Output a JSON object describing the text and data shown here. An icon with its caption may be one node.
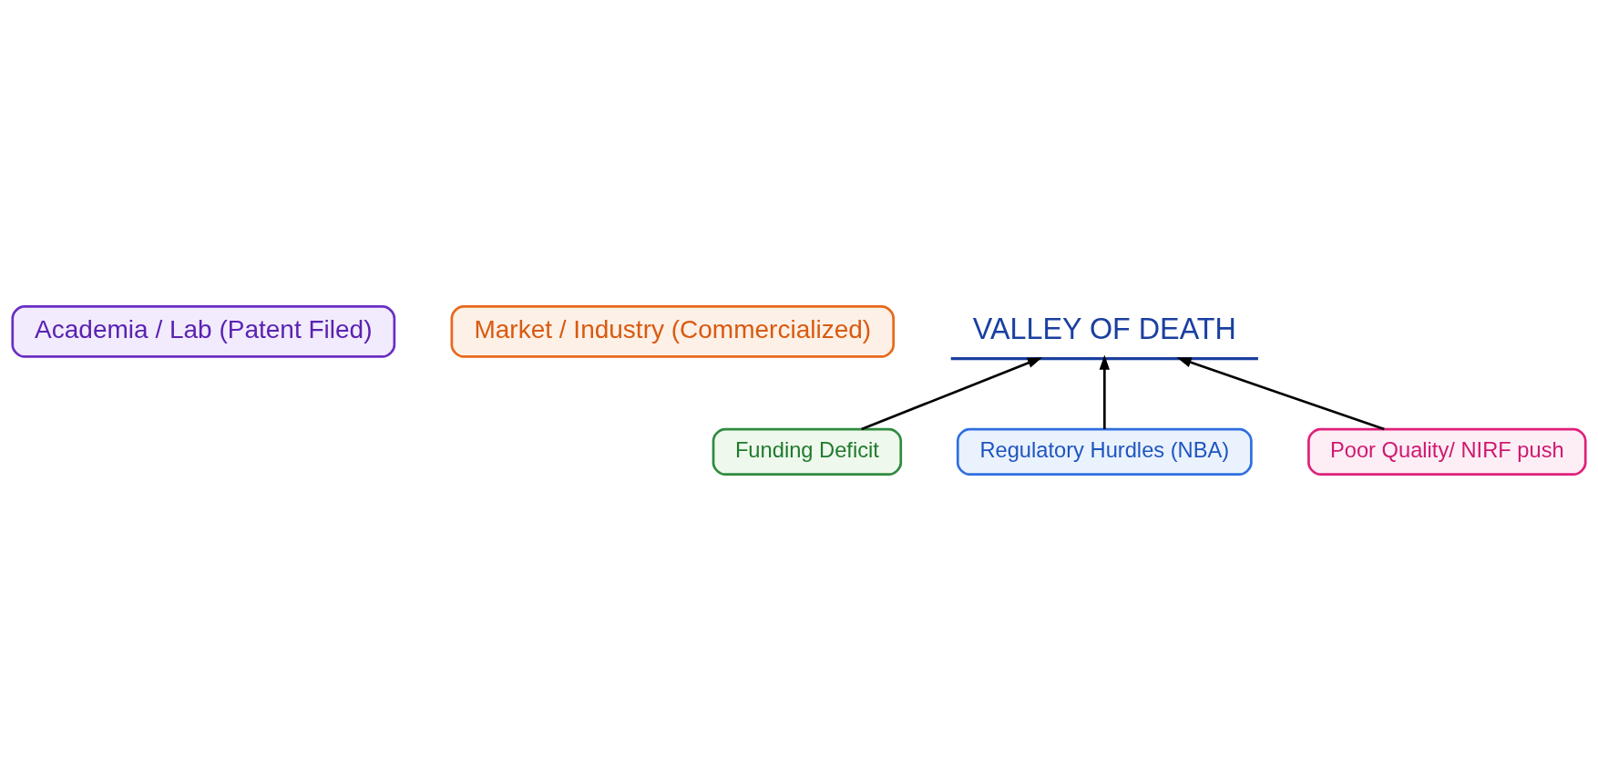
{
  "diagram": {
    "nodes": [
      {
        "text": [
          "Academia / Lab (Patent Filed)"
        ]
      },
      {
        "text": [
          "Market / Industry (Commercialized)"
        ]
      },
      {
        "text": [
          "VALLEY OF DEATH"
        ]
      },
      {
        "text": [
          "Funding Deficit"
        ]
      },
      {
        "text": [
          "Regulatory Hurdles (NBA)"
        ]
      },
      {
        "text": [
          "Poor Quality/ NIRF push"
        ]
      }
    ],
    "edges": [
      {
        "from": 3,
        "to": 2,
        "arrow": "to"
      },
      {
        "from": 4,
        "to": 2,
        "arrow": "to"
      },
      {
        "from": 5,
        "to": 2,
        "arrow": "to"
      }
    ]
  }
}
